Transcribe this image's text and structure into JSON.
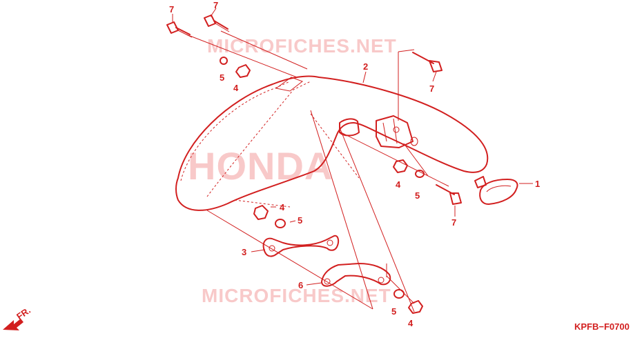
{
  "diagram_code": "KPFB−F0700",
  "front_marker": "FR.",
  "watermarks": {
    "site_top": "MICROFICHES.NET",
    "site_bottom": "MICROFICHES.NET",
    "brand": "HONDA"
  },
  "callouts": {
    "c1": "1",
    "c2": "2",
    "c3": "3",
    "c4a": "4",
    "c4b": "4",
    "c4c": "4",
    "c4d": "4",
    "c5a": "5",
    "c5b": "5",
    "c5c": "5",
    "c5d": "5",
    "c6": "6",
    "c7a": "7",
    "c7b": "7",
    "c7c": "7",
    "c7d": "7"
  },
  "colors": {
    "line": "#d21f1f",
    "watermark": "#f8c9c9",
    "background": "#ffffff"
  }
}
